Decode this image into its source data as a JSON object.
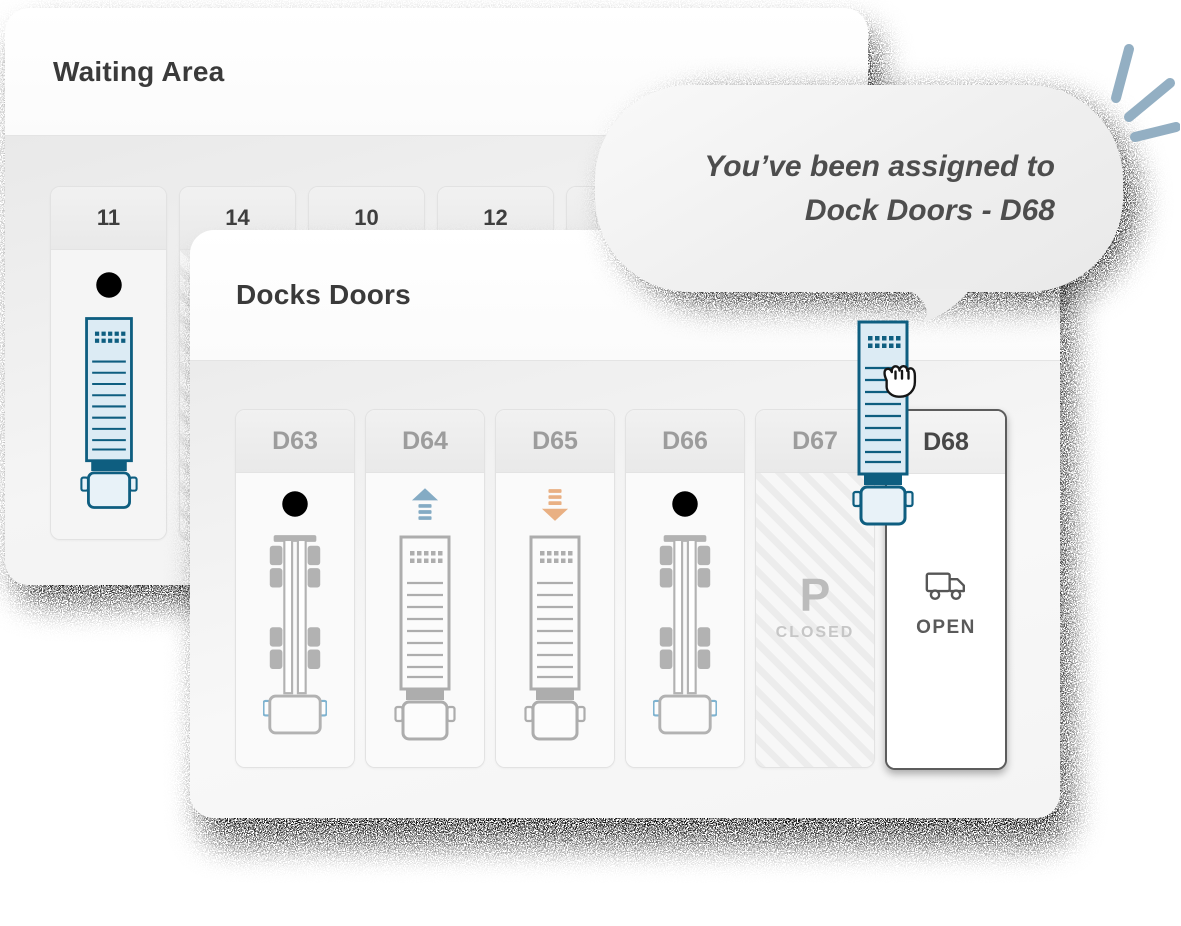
{
  "waiting_area": {
    "title": "Waiting Area",
    "slots": [
      {
        "label": "11",
        "icon": "clock",
        "vehicle": "trailer-truck-blue"
      },
      {
        "label": "14",
        "state": "hatched"
      },
      {
        "label": "10"
      },
      {
        "label": "12"
      },
      {
        "label": ""
      }
    ]
  },
  "dock_doors": {
    "title": "Docks Doors",
    "slots": [
      {
        "label": "D63",
        "icon": "clock",
        "vehicle": "chassis-truck"
      },
      {
        "label": "D64",
        "icon": "arrow-up",
        "vehicle": "trailer-truck-gray"
      },
      {
        "label": "D65",
        "icon": "arrow-down",
        "vehicle": "trailer-truck-gray"
      },
      {
        "label": "D66",
        "icon": "clock",
        "vehicle": "chassis-truck"
      },
      {
        "label": "D67",
        "status_letter": "P",
        "status_text": "CLOSED",
        "state": "closed"
      },
      {
        "label": "D68",
        "icon": "truck",
        "status_text": "OPEN",
        "state": "open"
      }
    ]
  },
  "notification_bubble": {
    "line1": "You’ve been assigned to",
    "line2": "Dock Doors - D68"
  },
  "drag": {
    "vehicle": "trailer-truck-blue",
    "cursor": "grabbing-hand"
  },
  "colors": {
    "truck_blue_stroke": "#0e5e80",
    "truck_blue_fill": "#dcebf4",
    "truck_gray_stroke": "#adadad",
    "truck_gray_fill": "#fbfbfb",
    "arrow_up": "#84abc4",
    "arrow_down": "#e9b083",
    "decor_lines": "#93afc3",
    "mirror_blue": "#7fb3d0",
    "label_muted": "#9c9c9c",
    "label_dark": "#3e3e3e"
  }
}
